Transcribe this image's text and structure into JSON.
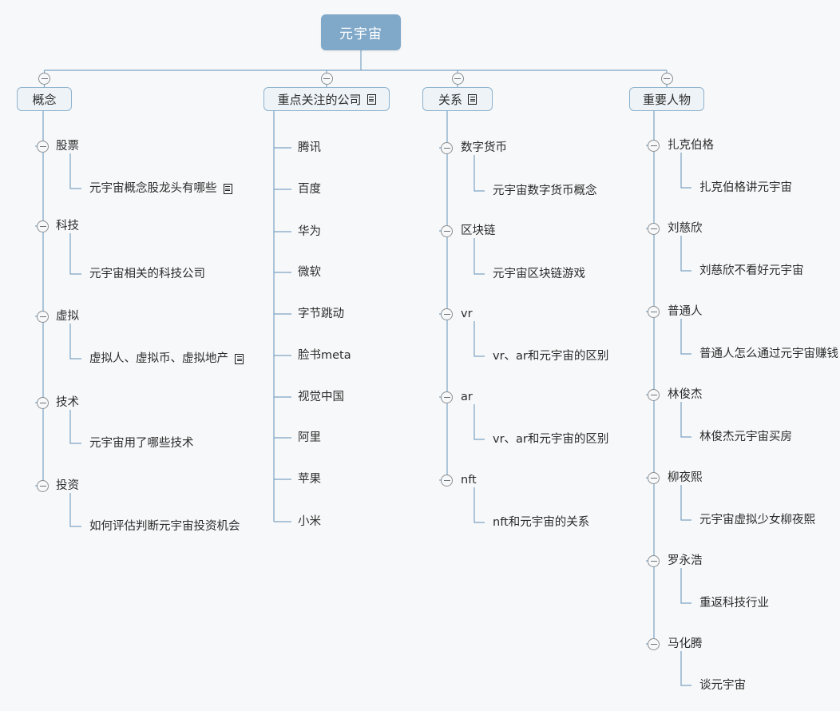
{
  "canvas": {
    "background": "#f7f8f9",
    "line_color": "#7ba3c4",
    "root_fill": "#7fa8c9",
    "node_fill": "#eef3f7",
    "node_border": "#8fb3cf"
  },
  "icons": {
    "collapse": "minus-circle-icon",
    "note": "note-icon"
  },
  "root": {
    "label": "元宇宙"
  },
  "branches": [
    {
      "label": "概念",
      "has_note": false,
      "children": [
        {
          "label": "股票",
          "collapsible": true,
          "child": {
            "label": "元宇宙概念股龙头有哪些",
            "has_note": true
          }
        },
        {
          "label": "科技",
          "collapsible": true,
          "child": {
            "label": "元宇宙相关的科技公司",
            "has_note": false
          }
        },
        {
          "label": "虚拟",
          "collapsible": true,
          "child": {
            "label": "虚拟人、虚拟币、虚拟地产",
            "has_note": true
          }
        },
        {
          "label": "技术",
          "collapsible": true,
          "child": {
            "label": "元宇宙用了哪些技术",
            "has_note": false
          }
        },
        {
          "label": "投资",
          "collapsible": true,
          "child": {
            "label": "如何评估判断元宇宙投资机会",
            "has_note": false
          }
        }
      ]
    },
    {
      "label": "重点关注的公司",
      "has_note": true,
      "children": [
        {
          "label": "腾讯",
          "collapsible": false,
          "child": null
        },
        {
          "label": "百度",
          "collapsible": false,
          "child": null
        },
        {
          "label": "华为",
          "collapsible": false,
          "child": null
        },
        {
          "label": "微软",
          "collapsible": false,
          "child": null
        },
        {
          "label": "字节跳动",
          "collapsible": false,
          "child": null
        },
        {
          "label": "脸书meta",
          "collapsible": false,
          "child": null
        },
        {
          "label": "视觉中国",
          "collapsible": false,
          "child": null
        },
        {
          "label": "阿里",
          "collapsible": false,
          "child": null
        },
        {
          "label": "苹果",
          "collapsible": false,
          "child": null
        },
        {
          "label": "小米",
          "collapsible": false,
          "child": null
        }
      ]
    },
    {
      "label": "关系",
      "has_note": true,
      "children": [
        {
          "label": "数字货币",
          "collapsible": true,
          "child": {
            "label": "元宇宙数字货币概念",
            "has_note": false
          }
        },
        {
          "label": "区块链",
          "collapsible": true,
          "child": {
            "label": "元宇宙区块链游戏",
            "has_note": false
          }
        },
        {
          "label": "vr",
          "collapsible": true,
          "child": {
            "label": "vr、ar和元宇宙的区别",
            "has_note": false
          }
        },
        {
          "label": "ar",
          "collapsible": true,
          "child": {
            "label": "vr、ar和元宇宙的区别",
            "has_note": false
          }
        },
        {
          "label": "nft",
          "collapsible": true,
          "child": {
            "label": "nft和元宇宙的关系",
            "has_note": false
          }
        }
      ]
    },
    {
      "label": "重要人物",
      "has_note": false,
      "children": [
        {
          "label": "扎克伯格",
          "collapsible": true,
          "child": {
            "label": "扎克伯格讲元宇宙",
            "has_note": false
          }
        },
        {
          "label": "刘慈欣",
          "collapsible": true,
          "child": {
            "label": "刘慈欣不看好元宇宙",
            "has_note": false
          }
        },
        {
          "label": "普通人",
          "collapsible": true,
          "child": {
            "label": "普通人怎么通过元宇宙赚钱",
            "has_note": false
          }
        },
        {
          "label": "林俊杰",
          "collapsible": true,
          "child": {
            "label": "林俊杰元宇宙买房",
            "has_note": false
          }
        },
        {
          "label": "柳夜熙",
          "collapsible": true,
          "child": {
            "label": "元宇宙虚拟少女柳夜熙",
            "has_note": false
          }
        },
        {
          "label": "罗永浩",
          "collapsible": true,
          "child": {
            "label": "重返科技行业",
            "has_note": false
          }
        },
        {
          "label": "马化腾",
          "collapsible": true,
          "child": {
            "label": "谈元宇宙",
            "has_note": false
          }
        }
      ]
    }
  ]
}
